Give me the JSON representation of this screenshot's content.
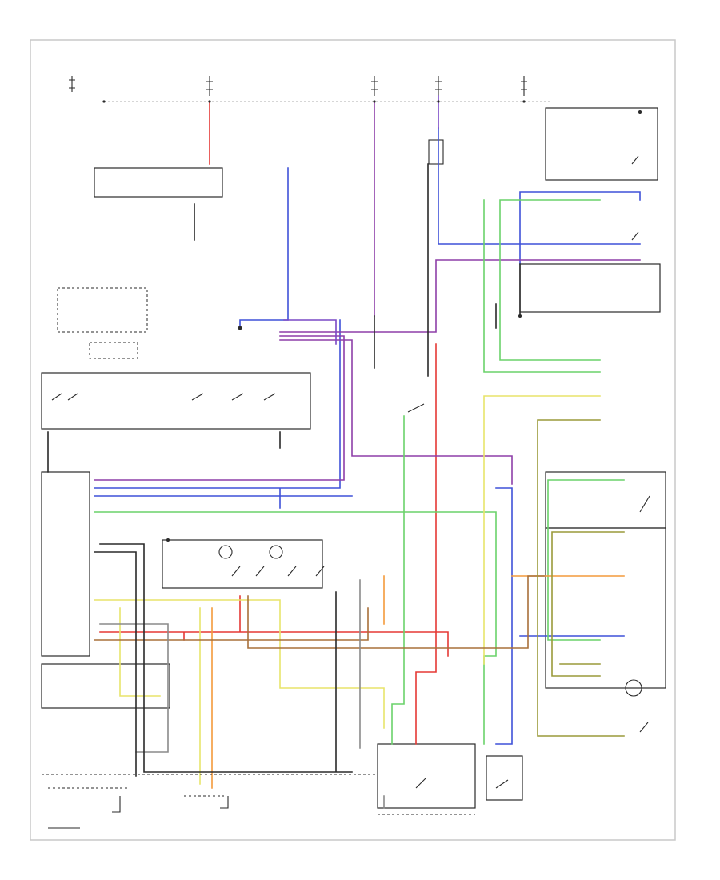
{
  "diagram": {
    "id": "",
    "colors": {
      "frame": "#c8c8c8",
      "ink": "#2a2a2a",
      "background": "#ffffff"
    },
    "wires": [
      {
        "name": "wire-red",
        "color": "#e53935"
      },
      {
        "name": "wire-blue",
        "color": "#3f51d8"
      },
      {
        "name": "wire-purple",
        "color": "#8e3fa8"
      },
      {
        "name": "wire-violet",
        "color": "#7a48c6"
      },
      {
        "name": "wire-green",
        "color": "#6ad26a"
      },
      {
        "name": "wire-yellow",
        "color": "#e8e46a"
      },
      {
        "name": "wire-orange",
        "color": "#f39a3b"
      },
      {
        "name": "wire-brown",
        "color": "#a8703a"
      },
      {
        "name": "wire-olive",
        "color": "#9a9a3a"
      },
      {
        "name": "wire-gray",
        "color": "#8a8a8a"
      },
      {
        "name": "wire-black",
        "color": "#2a2a2a"
      }
    ]
  }
}
